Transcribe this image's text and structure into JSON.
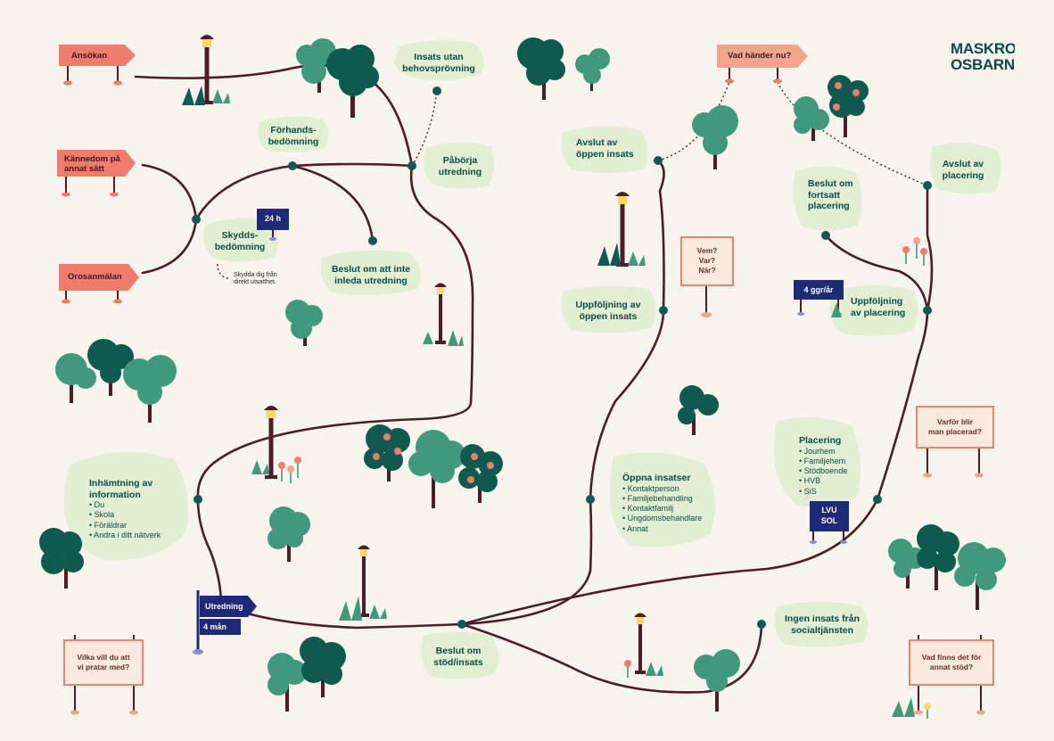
{
  "logo": {
    "line1": "MASKRO",
    "line2": "OSBARN"
  },
  "arrow_signs": {
    "ansokan": "Ansökan",
    "kannedom_l1": "Kännedom på",
    "kannedom_l2": "annat sätt",
    "orosanmalan": "Orosanmälan",
    "vad_hander": "Vad händer nu?"
  },
  "nodes": {
    "insats_utan_l1": "Insats utan",
    "insats_utan_l2": "behovsprövning",
    "forhands_l1": "Förhands-",
    "forhands_l2": "bedömning",
    "paborja_l1": "Påbörja",
    "paborja_l2": "utredning",
    "skydds_l1": "Skydds-",
    "skydds_l2": "bedömning",
    "skydda_note_l1": "Skydda dig från",
    "skydda_note_l2": "direkt utsatthet.",
    "beslut_inte_l1": "Beslut om att inte",
    "beslut_inte_l2": "inleda utredning",
    "inhamtning_l1": "Inhämtning av",
    "inhamtning_l2": "information",
    "inhamtning_items": [
      "Du",
      "Skola",
      "Föräldrar",
      "Andra i ditt nätverk"
    ],
    "avslut_oppen_l1": "Avslut av",
    "avslut_oppen_l2": "öppen insats",
    "uppf_oppen_l1": "Uppföljning av",
    "uppf_oppen_l2": "öppen insats",
    "oppna_title": "Öppna insatser",
    "oppna_items": [
      "Kontaktperson",
      "Familjebehandling",
      "Kontaktfamilj",
      "Ungdomsbehandlare",
      "Annat"
    ],
    "beslut_stod_l1": "Beslut om",
    "beslut_stod_l2": "stöd/insats",
    "ingen_l1": "Ingen insats från",
    "ingen_l2": "socialtjänsten",
    "beslut_fortsatt_l1": "Beslut om",
    "beslut_fortsatt_l2": "fortsatt",
    "beslut_fortsatt_l3": "placering",
    "avslut_plac_l1": "Avslut av",
    "avslut_plac_l2": "placering",
    "uppf_plac_l1": "Uppföljning",
    "uppf_plac_l2": "av placering",
    "placering_title": "Placering",
    "placering_items": [
      "Jourhem",
      "Familjehem",
      "Stödboende",
      "HVB",
      "SiS"
    ]
  },
  "flags": {
    "h24": "24 h",
    "utredning": "Utredning",
    "manad4": "4 mån",
    "ggr": "4 ggr/år",
    "lvu": "LVU",
    "sol": "SOL"
  },
  "boards": {
    "vem": "Vem?",
    "var": "Var?",
    "nar": "När?",
    "varfor_l1": "Varför blir",
    "varfor_l2": "man placerad?",
    "vilka_l1": "Vilka vill du att",
    "vilka_l2": "vi pratar med?",
    "vadfinns_l1": "Vad finns det för",
    "vadfinns_l2": "annat stöd?"
  },
  "colors": {
    "background": "#f7f4ee",
    "path": "#4a1e24",
    "node_dot": "#0f5a4f",
    "blob": "#e2eed2",
    "tree_light": "#3f9a7d",
    "tree_dark": "#0f5a4f",
    "arrow_sign": "#ef7c6c",
    "flag": "#1e2a78",
    "board": "#fbe9de",
    "board_border": "#e8846f",
    "text": "#0b4a46"
  }
}
